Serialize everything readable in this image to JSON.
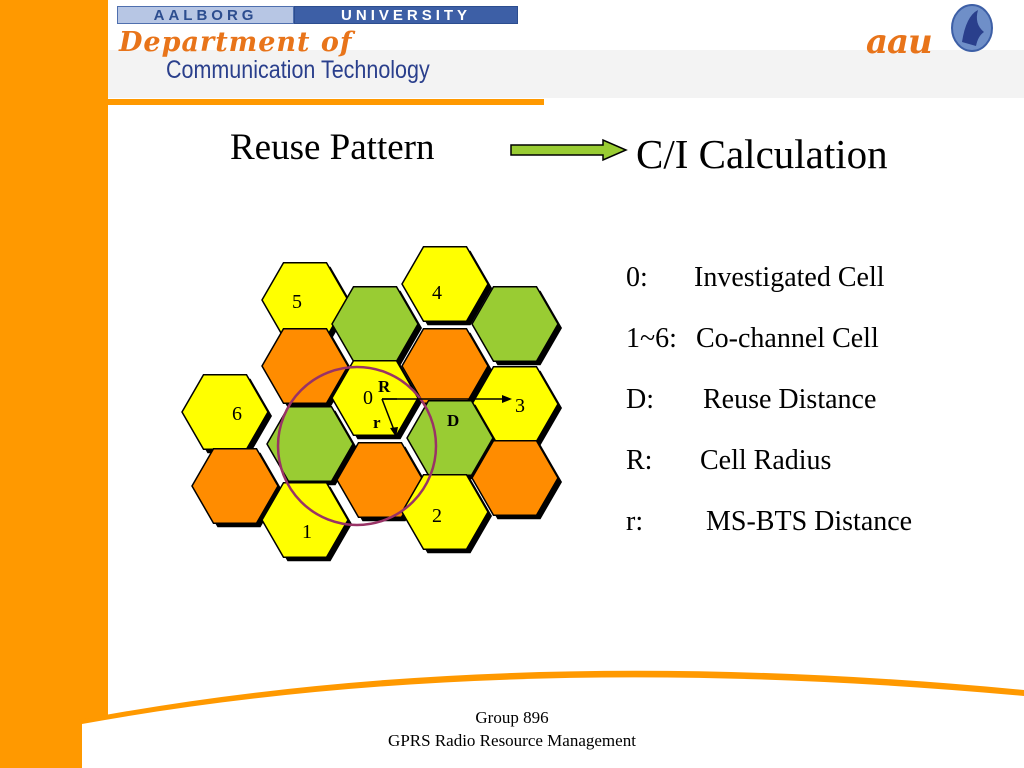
{
  "header": {
    "university_left": "AALBORG",
    "university_right": "UNIVERSITY",
    "department_line1": "Department of",
    "department_line2": "Communication Technology",
    "logo_text": "aau"
  },
  "slide": {
    "title_left": "Reuse Pattern",
    "title_right": "C/I Calculation"
  },
  "diagram": {
    "cell_labels": [
      "0",
      "1",
      "2",
      "3",
      "4",
      "5",
      "6"
    ],
    "radius_label": "R",
    "distance_label": "r",
    "reuse_label": "D",
    "colors": {
      "yellow": "#ffff00",
      "green": "#99cc33",
      "orange": "#ff8c00",
      "circle": "#993366"
    }
  },
  "legend": [
    {
      "key": "0:",
      "text": "Investigated Cell"
    },
    {
      "key": "1~6:",
      "text": "Co-channel Cell"
    },
    {
      "key": "D:",
      "text": "Reuse Distance"
    },
    {
      "key": "R:",
      "text": "Cell Radius"
    },
    {
      "key": "r:",
      "text": "MS-BTS Distance"
    }
  ],
  "footer": {
    "line1": "Group 896",
    "line2": "GPRS Radio Resource Management"
  },
  "theme": {
    "accent_orange": "#ff9900"
  }
}
